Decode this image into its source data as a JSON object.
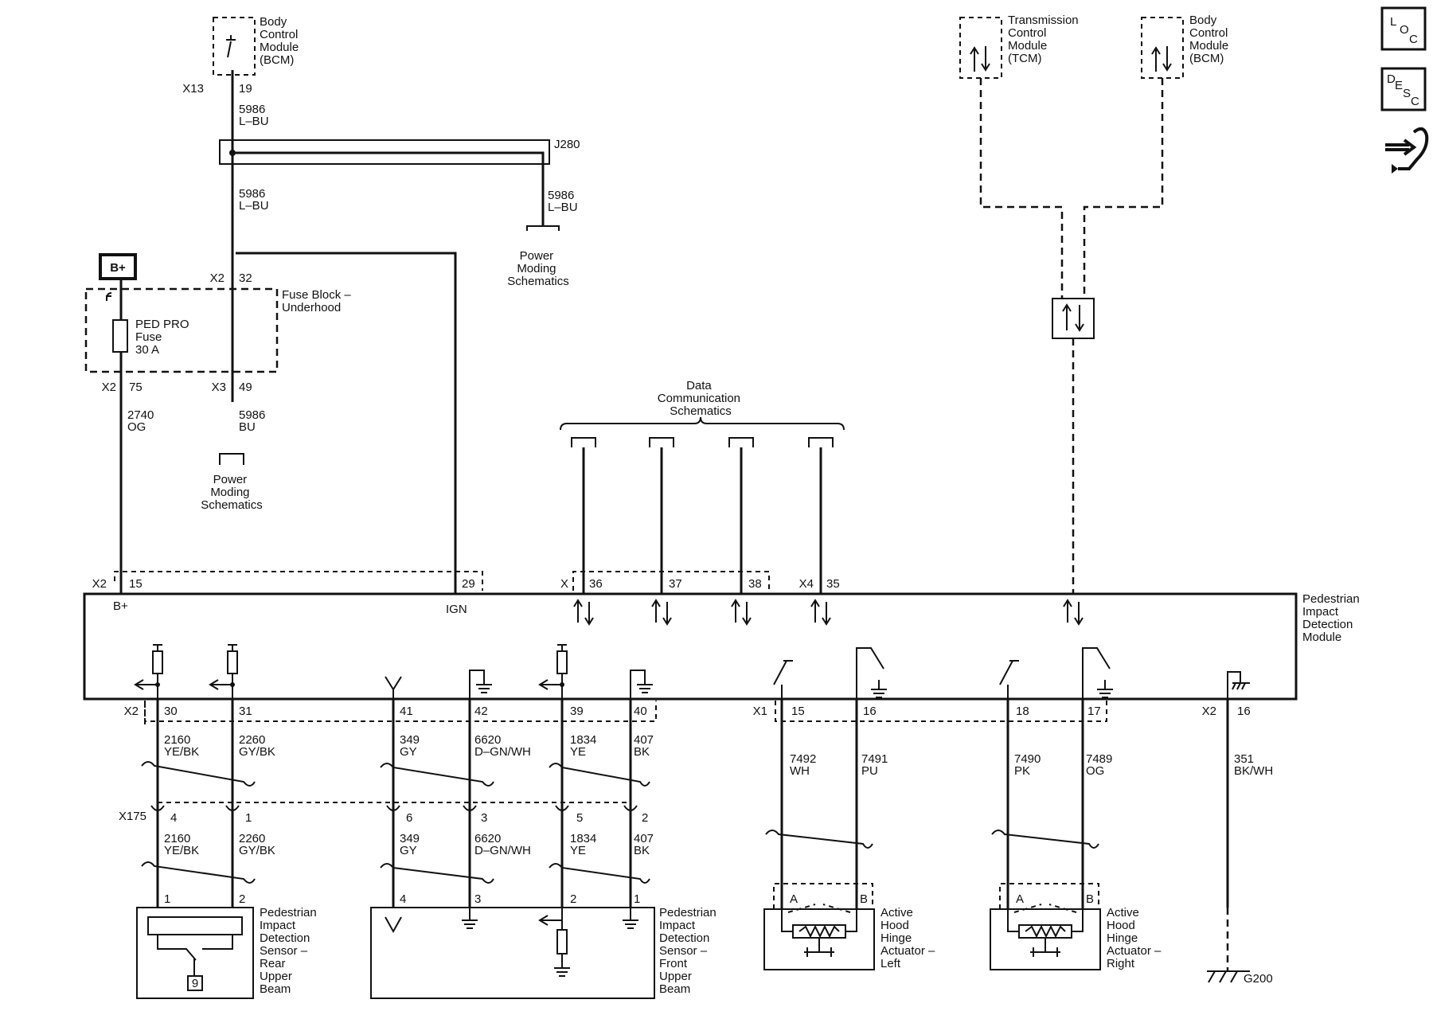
{
  "bcm_top": {
    "name": [
      "Body",
      "Control",
      "Module",
      "(BCM)"
    ],
    "conn": "X13",
    "pin": "19"
  },
  "wire_5986_top": [
    "5986",
    "L–BU"
  ],
  "splice": "J280",
  "wire_5986_mid": [
    "5986",
    "L–BU"
  ],
  "wire_5986_right": [
    "5986",
    "L–BU"
  ],
  "power_moding_top": [
    "Power",
    "Moding",
    "Schematics"
  ],
  "bplus_box": "B+",
  "fuse_block": {
    "name": [
      "Fuse Block –",
      "Underhood"
    ],
    "in_conn": "X2",
    "in_pin": "32",
    "fuse": [
      "PED PRO",
      "Fuse",
      "30 A"
    ],
    "out_left_conn": "X2",
    "out_left_pin": "75",
    "out_right_conn": "X3",
    "out_right_pin": "49"
  },
  "wire_2740": [
    "2740",
    "OG"
  ],
  "wire_5986_bu": [
    "5986",
    "BU"
  ],
  "power_moding_left": [
    "Power",
    "Moding",
    "Schematics"
  ],
  "data_comm": [
    "Data",
    "Communication",
    "Schematics"
  ],
  "tcm": [
    "Transmission",
    "Control",
    "Module",
    "(TCM)"
  ],
  "bcm_right": [
    "Body",
    "Control",
    "Module",
    "(BCM)"
  ],
  "module_top_pins": [
    {
      "conn": "X2",
      "pin": "15"
    },
    {
      "pin": "29"
    },
    {
      "conn": "X",
      "pin": "36"
    },
    {
      "pin": "37"
    },
    {
      "pin": "38"
    },
    {
      "conn": "X4",
      "pin": "35"
    }
  ],
  "module": {
    "name": [
      "Pedestrian",
      "Impact",
      "Detection",
      "Module"
    ],
    "bplus": "B+",
    "ign": "IGN"
  },
  "module_bottom_conns": {
    "x2": "X2",
    "x1": "X1",
    "x2b": "X2"
  },
  "module_bottom_pins": [
    "30",
    "31",
    "41",
    "42",
    "39",
    "40",
    "15",
    "16",
    "18",
    "17",
    "16"
  ],
  "wires_upper": [
    [
      "2160",
      "YE/BK"
    ],
    [
      "2260",
      "GY/BK"
    ],
    [
      "349",
      "GY"
    ],
    [
      "6620",
      "D–GN/WH"
    ],
    [
      "1834",
      "YE"
    ],
    [
      "407",
      "BK"
    ],
    [
      "7492",
      "WH"
    ],
    [
      "7491",
      "PU"
    ],
    [
      "7490",
      "PK"
    ],
    [
      "7489",
      "OG"
    ],
    [
      "351",
      "BK/WH"
    ]
  ],
  "inline_conn": {
    "name": "X175",
    "pins": [
      "4",
      "1",
      "6",
      "3",
      "5",
      "2"
    ]
  },
  "wires_lower": [
    [
      "2160",
      "YE/BK"
    ],
    [
      "2260",
      "GY/BK"
    ],
    [
      "349",
      "GY"
    ],
    [
      "6620",
      "D–GN/WH"
    ],
    [
      "1834",
      "YE"
    ],
    [
      "407",
      "BK"
    ]
  ],
  "comp_pins": [
    "1",
    "2",
    "4",
    "3",
    "2",
    "1",
    "A",
    "B",
    "A",
    "B"
  ],
  "rear_sensor": [
    "Pedestrian",
    "Impact",
    "Detection",
    "Sensor –",
    "Rear",
    "Upper",
    "Beam"
  ],
  "rear_sensor_icon": "9",
  "front_sensor": [
    "Pedestrian",
    "Impact",
    "Detection",
    "Sensor –",
    "Front",
    "Upper",
    "Beam"
  ],
  "actuator_left": [
    "Active",
    "Hood",
    "Hinge",
    "Actuator –",
    "Left"
  ],
  "actuator_right": [
    "Active",
    "Hood",
    "Hinge",
    "Actuator –",
    "Right"
  ],
  "ground": "G200",
  "side_icons": [
    {
      "name": "loc-icon",
      "letters": [
        "L",
        "O",
        "C"
      ]
    },
    {
      "name": "desc-icon",
      "letters": [
        "D",
        "E",
        "S",
        "C"
      ]
    },
    {
      "name": "connector-wrench-icon"
    }
  ]
}
